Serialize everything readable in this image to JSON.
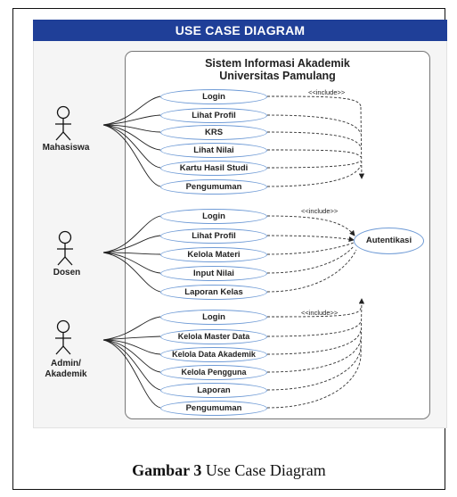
{
  "title": "USE CASE DIAGRAM",
  "system": {
    "line1": "Sistem Informasi Akademik",
    "line2": "Universitas Pamulang"
  },
  "actors": {
    "mahasiswa": "Mahasiswa",
    "dosen": "Dosen",
    "admin_line1": "Admin/",
    "admin_line2": "Akademik"
  },
  "use_cases": {
    "mahasiswa": [
      "Login",
      "Lihat Profil",
      "KRS",
      "Lihat Nilai",
      "Kartu Hasil Studi",
      "Pengumuman"
    ],
    "dosen": [
      "Login",
      "Lihat Profil",
      "Kelola Materi",
      "Input Nilai",
      "Laporan Kelas"
    ],
    "admin": [
      "Login",
      "Kelola Master Data",
      "Kelola Data Akademik",
      "Kelola Pengguna",
      "Laporan",
      "Pengumuman"
    ]
  },
  "authentication": "Autentikasi",
  "include_label": "<<include>>",
  "caption": {
    "label": "Gambar 3",
    "text": " Use Case Diagram"
  }
}
